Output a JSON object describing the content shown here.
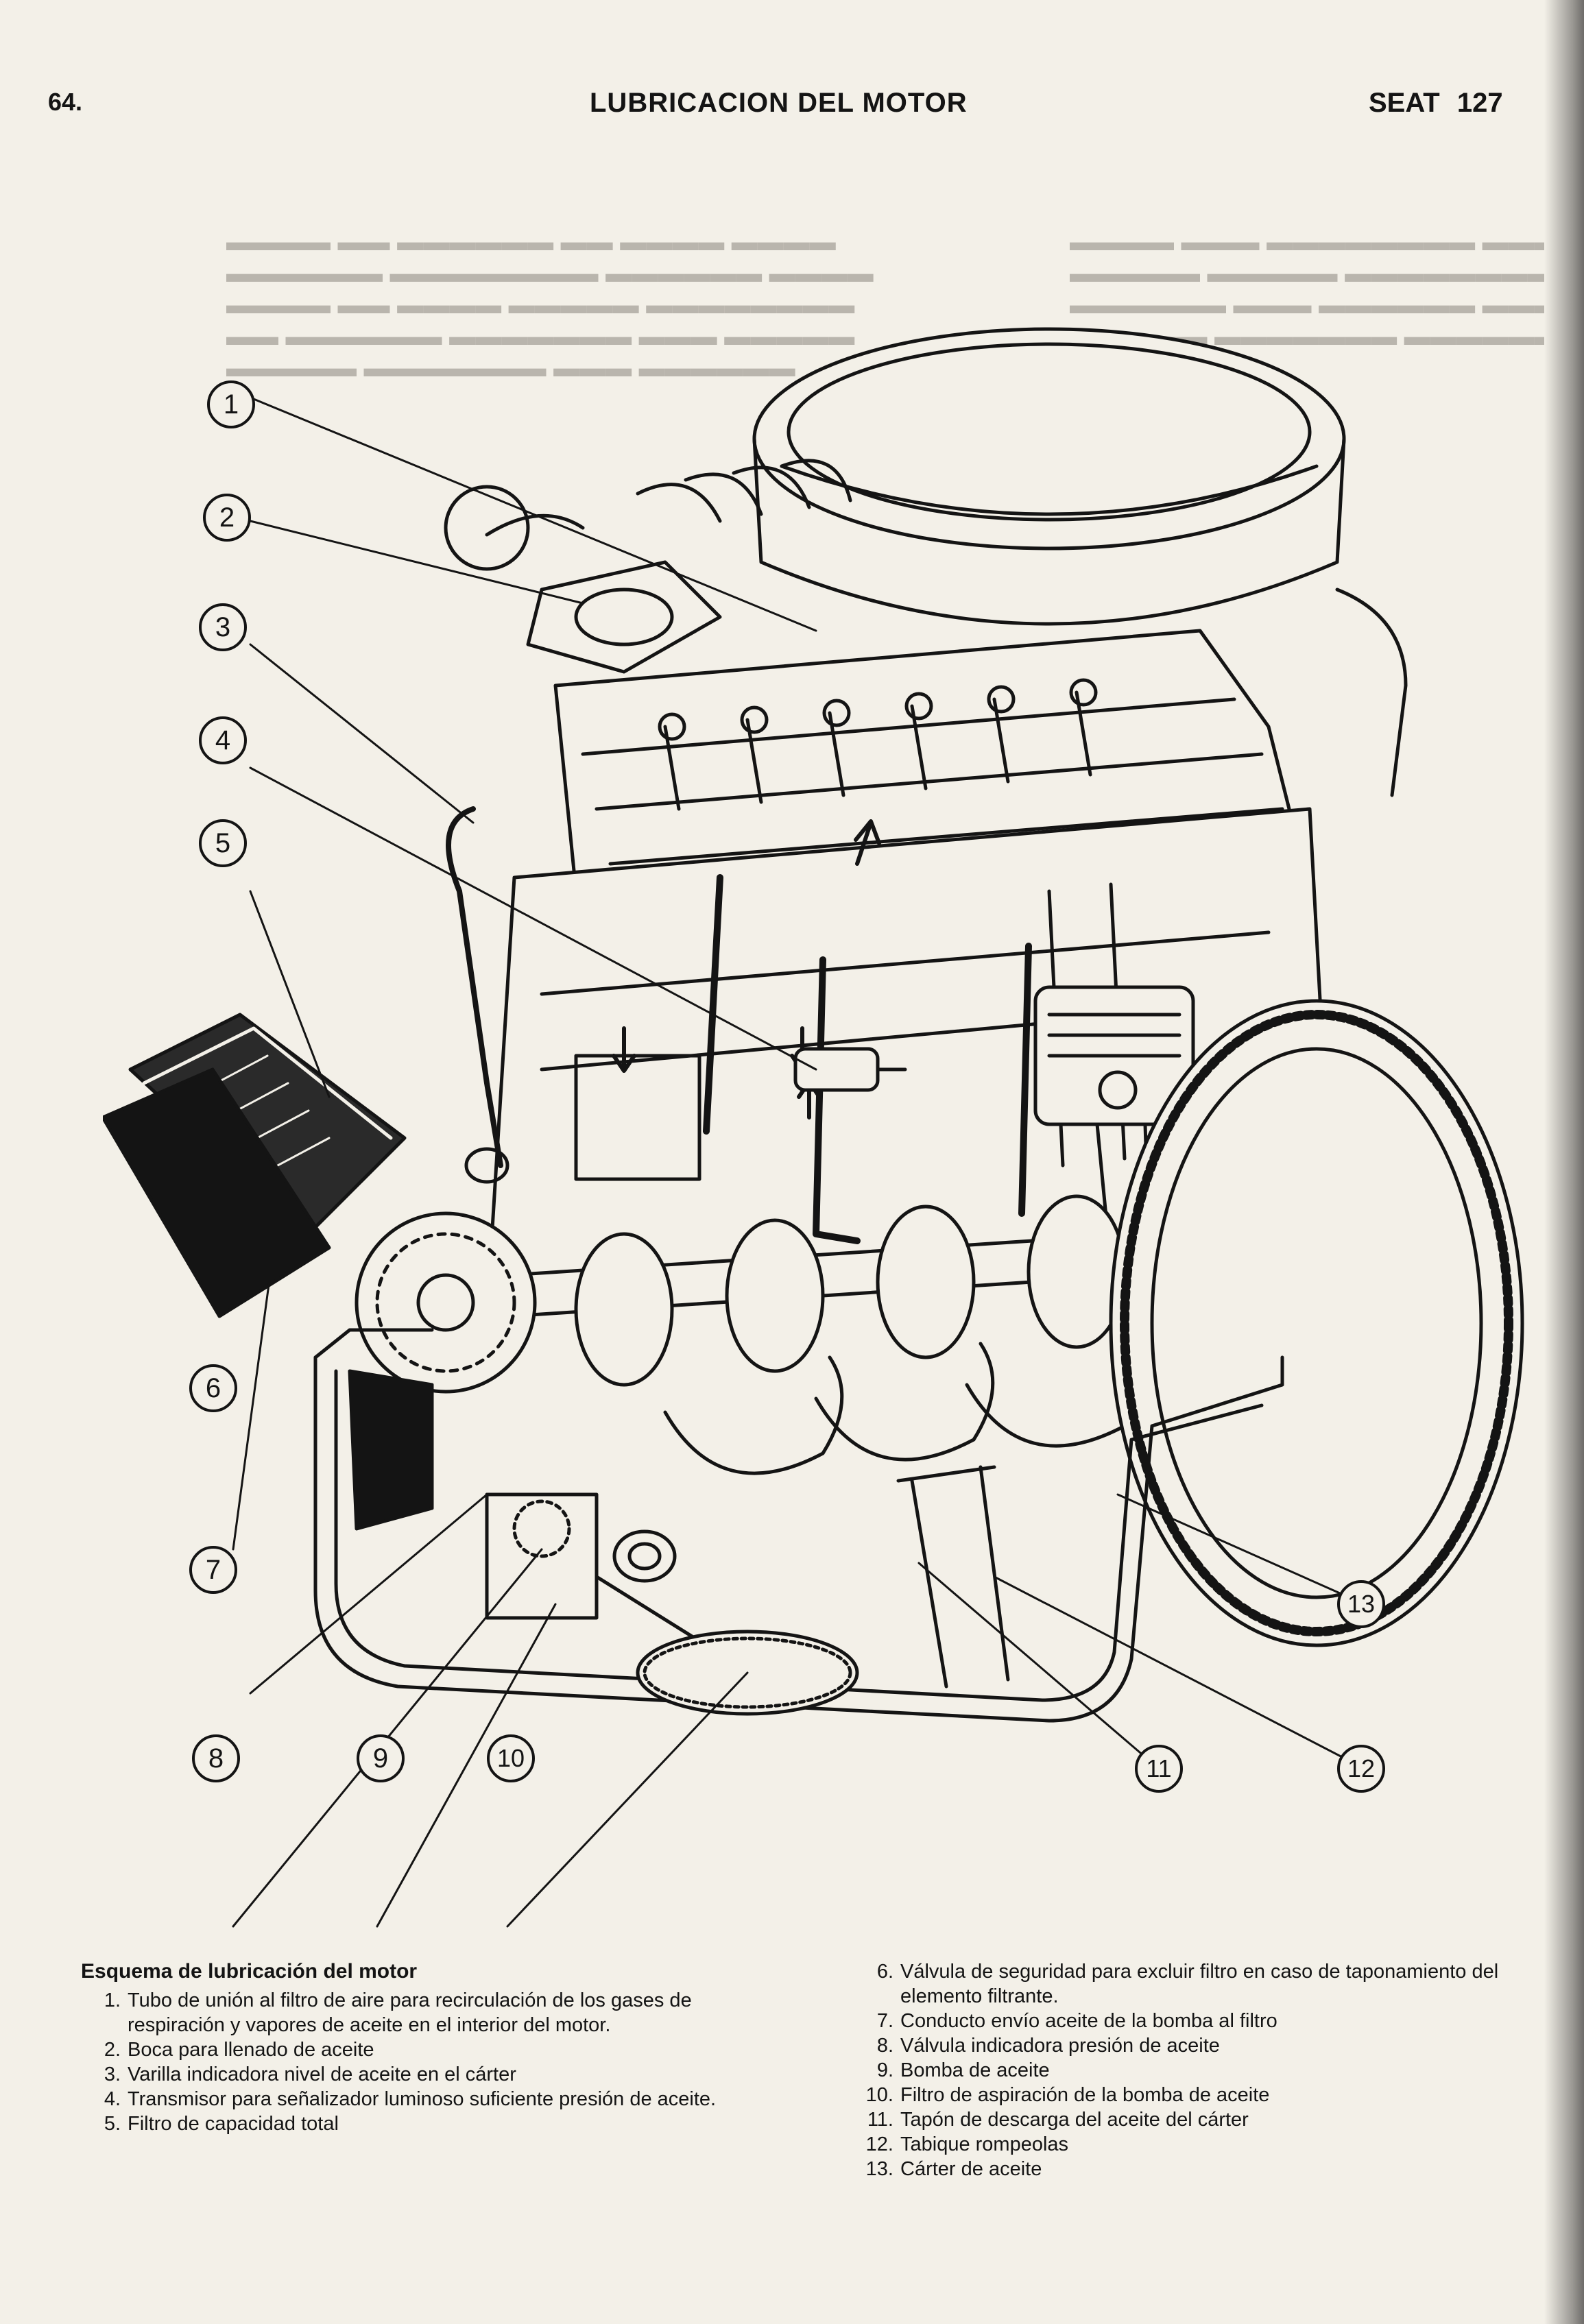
{
  "header": {
    "page_number": "64.",
    "title": "LUBRICACION DEL MOTOR",
    "brand": "SEAT",
    "model": "127"
  },
  "diagram": {
    "callouts": [
      "1",
      "2",
      "3",
      "4",
      "5",
      "6",
      "7",
      "8",
      "9",
      "10",
      "11",
      "12",
      "13"
    ]
  },
  "caption": {
    "title": "Esquema de lubricación del motor",
    "items": [
      {
        "num": "1.",
        "text": "Tubo de unión al filtro de aire para recirculación de los gases de respiración y vapores de aceite en el interior del motor."
      },
      {
        "num": "2.",
        "text": "Boca para llenado de aceite"
      },
      {
        "num": "3.",
        "text": "Varilla indicadora nivel de aceite en el cárter"
      },
      {
        "num": "4.",
        "text": "Transmisor para señalizador luminoso suficiente presión de aceite."
      },
      {
        "num": "5.",
        "text": "Filtro de capacidad total"
      },
      {
        "num": "6.",
        "text": "Válvula de seguridad para excluir filtro en caso de taponamiento del elemento filtrante."
      },
      {
        "num": "7.",
        "text": "Conducto envío aceite de la bomba al filtro"
      },
      {
        "num": "8.",
        "text": "Válvula indicadora presión de aceite"
      },
      {
        "num": "9.",
        "text": "Bomba de aceite"
      },
      {
        "num": "10.",
        "text": "Filtro de aspiración de la bomba de aceite"
      },
      {
        "num": "11.",
        "text": "Tapón de descarga del aceite del cárter"
      },
      {
        "num": "12.",
        "text": "Tabique rompeolas"
      },
      {
        "num": "13.",
        "text": "Cárter de aceite"
      }
    ]
  }
}
